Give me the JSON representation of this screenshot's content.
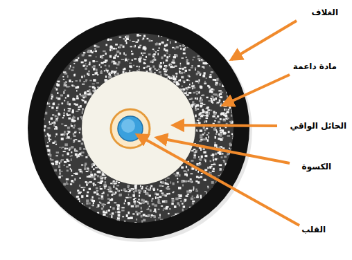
{
  "diagram": {
    "labels": [
      "الغلاف",
      "مادة داعمة",
      "الحائل الواقي",
      "الكسوة",
      "القلب"
    ]
  }
}
